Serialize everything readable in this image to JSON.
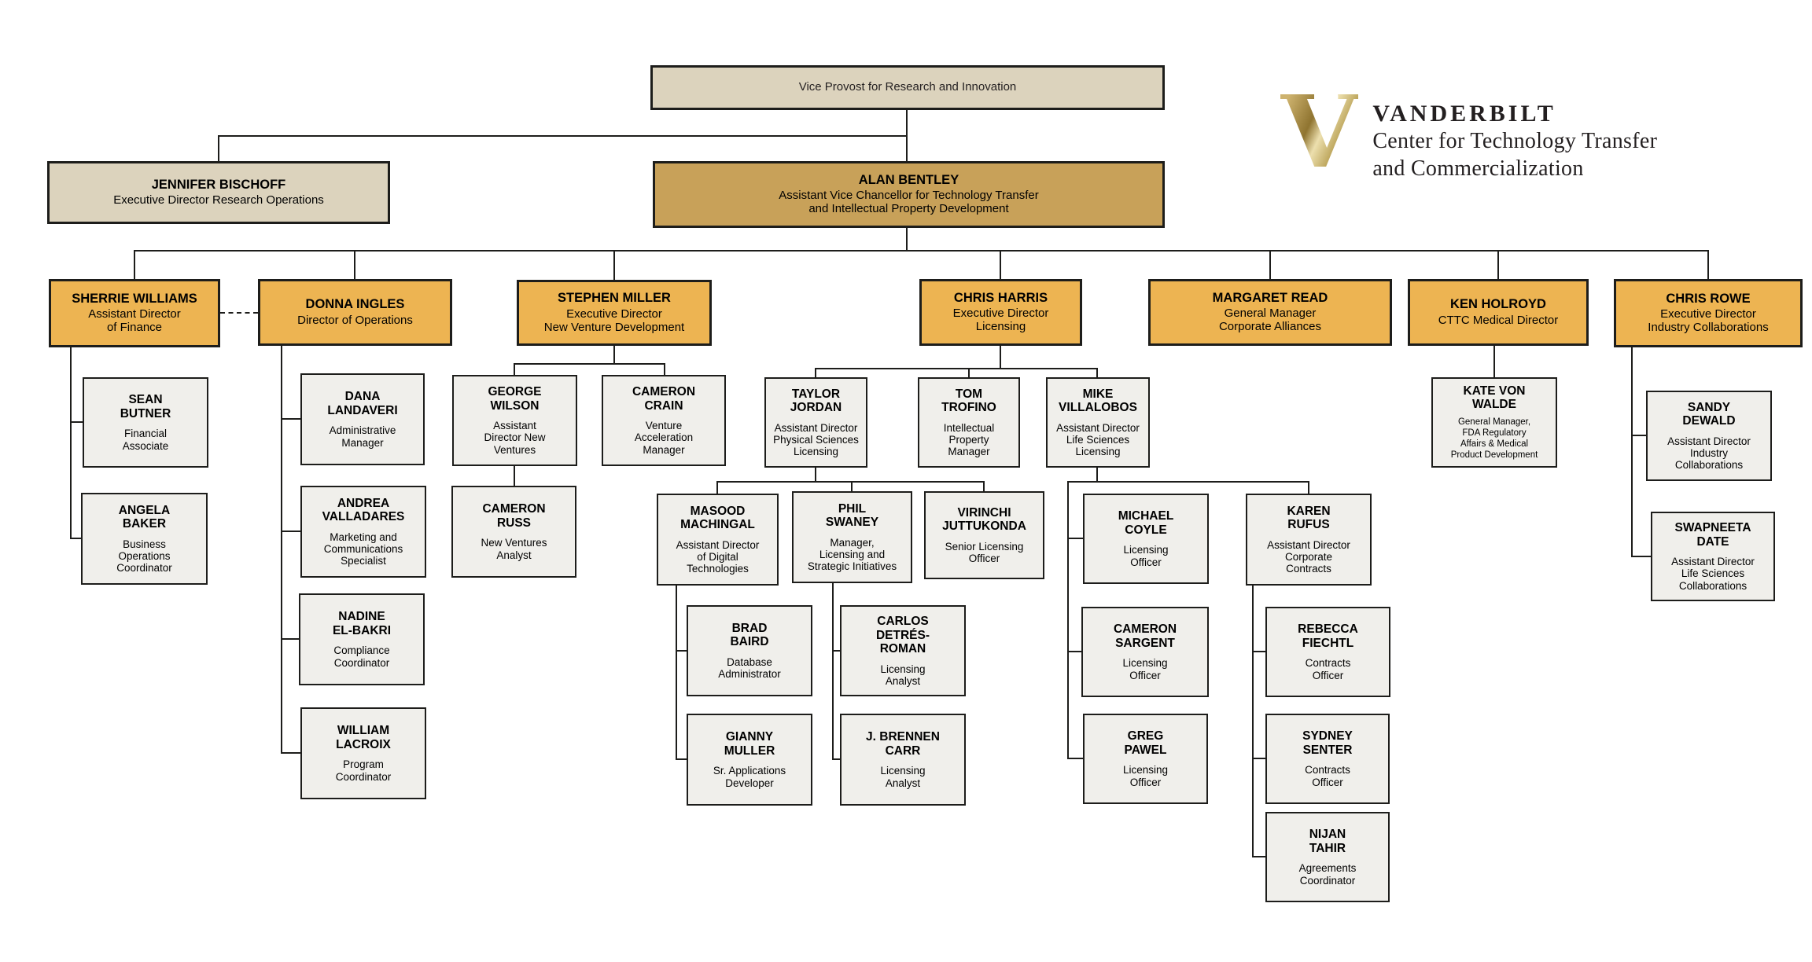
{
  "logo": {
    "mark": "V",
    "brand": "VANDERBILT",
    "line1": "Center for Technology Transfer",
    "line2": "and Commercialization"
  },
  "colors": {
    "tan": "#dcd3bd",
    "gold": "#c8a159",
    "amber": "#edb452",
    "box_gray": "#f0efeb",
    "border": "#1d1d1b",
    "logo_gold": "#b49244",
    "logo_text": "#231f20"
  },
  "nodes": [
    {
      "id": "vice-provost",
      "name": "Vice Provost for Research and Innovation",
      "title": ""
    },
    {
      "id": "jennifer-bischoff",
      "name": "JENNIFER BISCHOFF",
      "title": "Executive Director Research Operations"
    },
    {
      "id": "alan-bentley",
      "name": "ALAN BENTLEY",
      "title": "Assistant Vice Chancellor for Technology Transfer\nand Intellectual Property Development"
    },
    {
      "id": "sherrie-williams",
      "name": "SHERRIE WILLIAMS",
      "title": "Assistant Director\nof Finance"
    },
    {
      "id": "donna-ingles",
      "name": "DONNA INGLES",
      "title": "Director of Operations"
    },
    {
      "id": "stephen-miller",
      "name": "STEPHEN MILLER",
      "title": "Executive Director\nNew Venture Development"
    },
    {
      "id": "chris-harris",
      "name": "CHRIS HARRIS",
      "title": "Executive Director\nLicensing"
    },
    {
      "id": "margaret-read",
      "name": "MARGARET READ",
      "title": "General Manager\nCorporate Alliances"
    },
    {
      "id": "ken-holroyd",
      "name": "KEN HOLROYD",
      "title": "CTTC Medical Director"
    },
    {
      "id": "chris-rowe",
      "name": "CHRIS ROWE",
      "title": "Executive Director\nIndustry Collaborations"
    },
    {
      "id": "sean-butner",
      "name": "SEAN\nBUTNER",
      "title": "Financial\nAssociate"
    },
    {
      "id": "angela-baker",
      "name": "ANGELA\nBAKER",
      "title": "Business\nOperations\nCoordinator"
    },
    {
      "id": "dana-landaveri",
      "name": "DANA\nLANDAVERI",
      "title": "Administrative\nManager"
    },
    {
      "id": "andrea-valladares",
      "name": "ANDREA\nVALLADARES",
      "title": "Marketing and\nCommunications\nSpecialist"
    },
    {
      "id": "nadine-el-bakri",
      "name": "NADINE\nEL-BAKRI",
      "title": "Compliance\nCoordinator"
    },
    {
      "id": "william-lacroix",
      "name": "WILLIAM\nLACROIX",
      "title": "Program\nCoordinator"
    },
    {
      "id": "george-wilson",
      "name": "GEORGE\nWILSON",
      "title": "Assistant\nDirector New\nVentures"
    },
    {
      "id": "cameron-crain",
      "name": "CAMERON\nCRAIN",
      "title": "Venture\nAcceleration\nManager"
    },
    {
      "id": "cameron-russ",
      "name": "CAMERON\nRUSS",
      "title": "New Ventures\nAnalyst"
    },
    {
      "id": "taylor-jordan",
      "name": "TAYLOR\nJORDAN",
      "title": "Assistant Director\nPhysical Sciences\nLicensing"
    },
    {
      "id": "tom-trofino",
      "name": "TOM\nTROFINO",
      "title": "Intellectual\nProperty\nManager"
    },
    {
      "id": "mike-villalobos",
      "name": "MIKE\nVILLALOBOS",
      "title": "Assistant Director\nLife Sciences\nLicensing"
    },
    {
      "id": "masood-machingal",
      "name": "MASOOD\nMACHINGAL",
      "title": "Assistant Director\nof Digital\nTechnologies"
    },
    {
      "id": "phil-swaney",
      "name": "PHIL\nSWANEY",
      "title": "Manager,\nLicensing and\nStrategic Initiatives"
    },
    {
      "id": "virinchi-juttukonda",
      "name": "VIRINCHI\nJUTTUKONDA",
      "title": "Senior Licensing\nOfficer"
    },
    {
      "id": "brad-baird",
      "name": "BRAD\nBAIRD",
      "title": "Database\nAdministrator"
    },
    {
      "id": "gianny-muller",
      "name": "GIANNY\nMULLER",
      "title": "Sr. Applications\nDeveloper"
    },
    {
      "id": "carlos-detres-roman",
      "name": "CARLOS\nDETRÉS-\nROMAN",
      "title": "Licensing\nAnalyst"
    },
    {
      "id": "j-brennen-carr",
      "name": "J. BRENNEN\nCARR",
      "title": "Licensing\nAnalyst"
    },
    {
      "id": "michael-coyle",
      "name": "MICHAEL\nCOYLE",
      "title": "Licensing\nOfficer"
    },
    {
      "id": "cameron-sargent",
      "name": "CAMERON\nSARGENT",
      "title": "Licensing\nOfficer"
    },
    {
      "id": "greg-pawel",
      "name": "GREG\nPAWEL",
      "title": "Licensing\nOfficer"
    },
    {
      "id": "karen-rufus",
      "name": "KAREN\nRUFUS",
      "title": "Assistant Director\nCorporate\nContracts"
    },
    {
      "id": "rebecca-fiechtl",
      "name": "REBECCA\nFIECHTL",
      "title": "Contracts\nOfficer"
    },
    {
      "id": "sydney-senter",
      "name": "SYDNEY\nSENTER",
      "title": "Contracts\nOfficer"
    },
    {
      "id": "nijan-tahir",
      "name": "NIJAN\nTAHIR",
      "title": "Agreements\nCoordinator"
    },
    {
      "id": "kate-von-walde",
      "name": "KATE VON\nWALDE",
      "title": "General Manager,\nFDA Regulatory\nAffairs & Medical\nProduct Development"
    },
    {
      "id": "sandy-dewald",
      "name": "SANDY\nDEWALD",
      "title": "Assistant Director\nIndustry\nCollaborations"
    },
    {
      "id": "swapneeta-date",
      "name": "SWAPNEETA\nDATE",
      "title": "Assistant Director\nLife Sciences\nCollaborations"
    }
  ]
}
